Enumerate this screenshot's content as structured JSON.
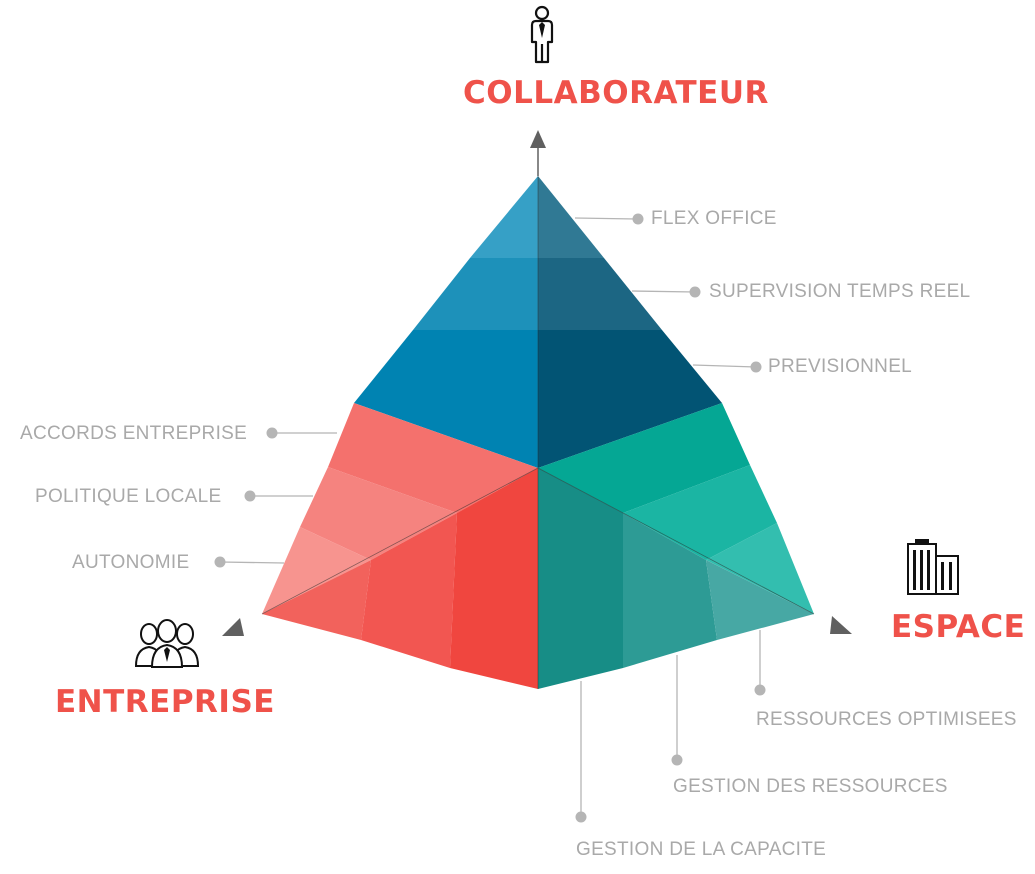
{
  "axes": {
    "top": {
      "title": "COLLABORATEUR",
      "icon": "person-icon"
    },
    "left": {
      "title": "ENTREPRISE",
      "icon": "people-group-icon"
    },
    "right": {
      "title": "ESPACE",
      "icon": "buildings-icon"
    }
  },
  "labels": {
    "collaborateur": [
      "FLEX OFFICE",
      "SUPERVISION TEMPS REEL",
      "PREVISIONNEL"
    ],
    "entreprise": [
      "ACCORDS ENTREPRISE",
      "POLITIQUE LOCALE",
      "AUTONOMIE"
    ],
    "espace": [
      "RESSOURCES OPTIMISEES",
      "GESTION DES RESSOURCES",
      "GESTION DE LA CAPACITE"
    ]
  },
  "colors": {
    "title_red": "#ef524a",
    "label_gray": "#a9a9a9",
    "leader_gray": "#b5b5b5",
    "arrow": "#606060",
    "blue_light": [
      "#36a0c6",
      "#1d91ba",
      "#0083b2"
    ],
    "blue_dark": [
      "#307994",
      "#1c6683",
      "#025474"
    ],
    "red_upper": [
      "#f4716d",
      "#f5837f",
      "#f7948f"
    ],
    "red_lower": [
      "#f25d58",
      "#f25651",
      "#f0463f"
    ],
    "teal_upper": [
      "#05a794",
      "#1bb5a3",
      "#33beaf"
    ],
    "teal_lower": [
      "#178d86",
      "#2d9b95",
      "#47a8a4"
    ]
  }
}
